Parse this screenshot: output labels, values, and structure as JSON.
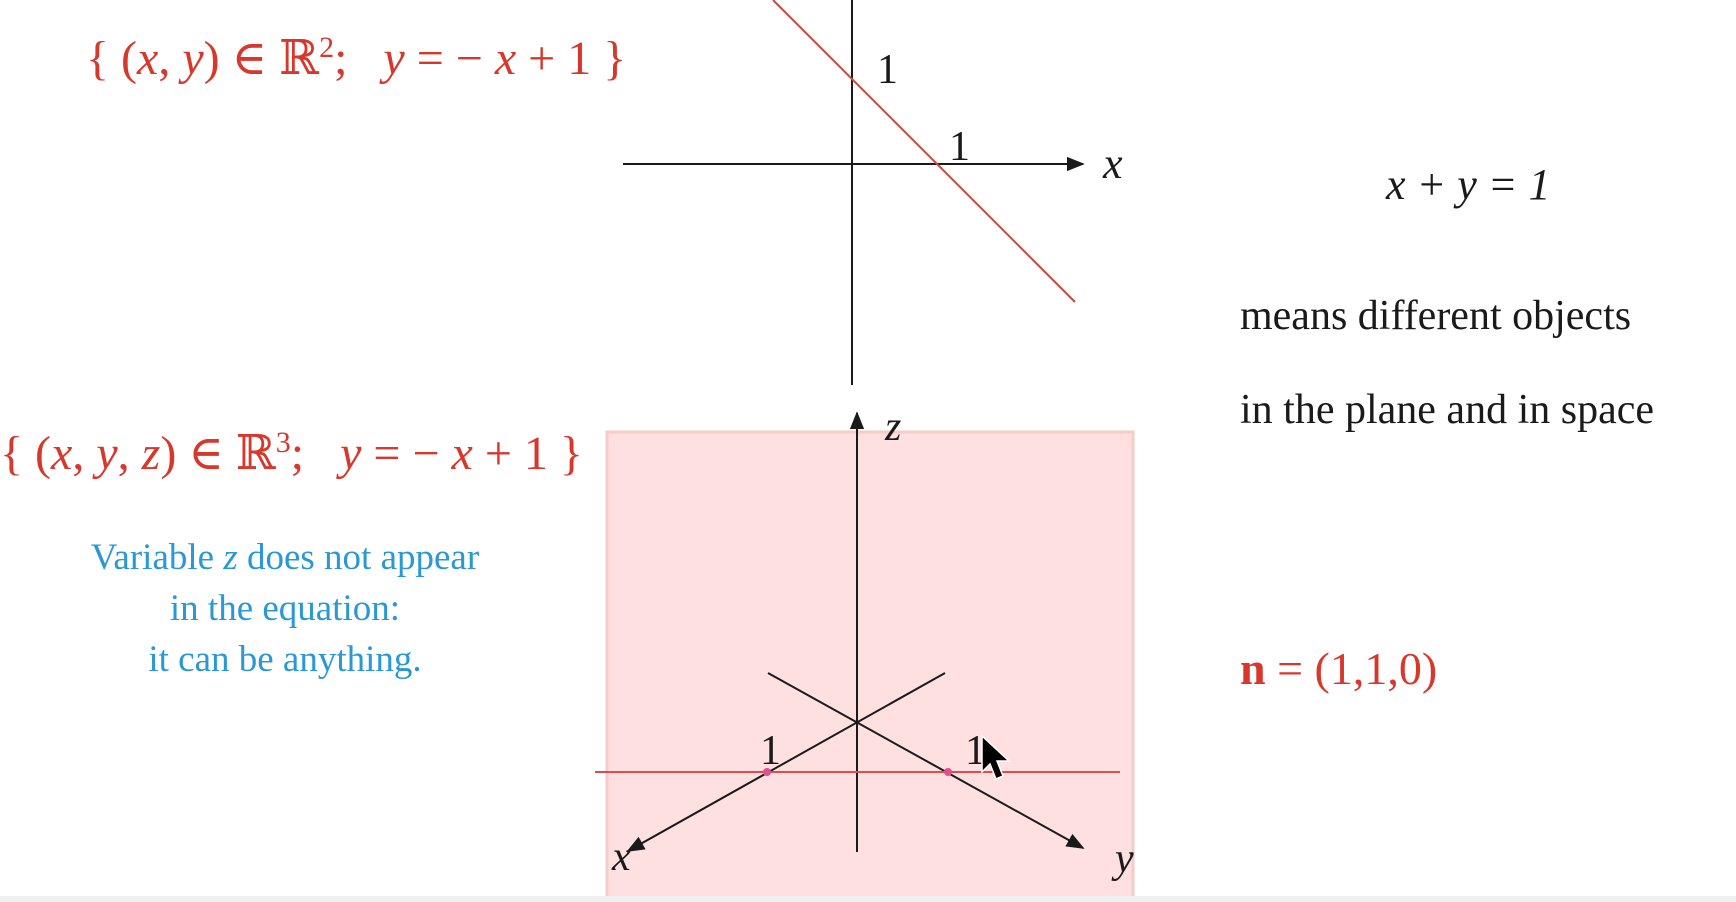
{
  "sets": {
    "r2": {
      "open": "{ (",
      "x": "x",
      "comma": ", ",
      "y": "y",
      "close_pair": ") ∈ ",
      "field": "ℝ",
      "power": "2",
      "sep": ";   ",
      "eq_lhs": "y",
      "eq_rhs": " = − ",
      "eq_x": "x",
      "eq_tail": " + 1 }"
    },
    "r3": {
      "open": "{ (",
      "x": "x",
      "comma1": ", ",
      "y": "y",
      "comma2": ", ",
      "z": "z",
      "close_pair": ") ∈ ",
      "field": "ℝ",
      "power": "3",
      "sep": ";   ",
      "eq_lhs": "y",
      "eq_rhs": " = − ",
      "eq_x": "x",
      "eq_tail": " + 1 }"
    }
  },
  "note": {
    "line1_pre": "Variable ",
    "line1_var": "z",
    "line1_post": " does not appear",
    "line2": "in the equation:",
    "line3": "it can be anything."
  },
  "right_panel": {
    "equation": "x + y = 1",
    "desc_line1": "means different objects",
    "desc_line2": "in the plane and in space",
    "normal_label": "n",
    "normal_value": " = (1,1,0)"
  },
  "diagram_2d": {
    "x_axis_label": "x",
    "y_intercept_label": "1",
    "x_intercept_label": "1"
  },
  "diagram_3d": {
    "z_axis_label": "z",
    "x_axis_label": "x",
    "y_axis_label": "y",
    "x_tick_label": "1",
    "y_tick_label": "1"
  },
  "colors": {
    "red": "#d8372c",
    "blue": "#2a98d4",
    "plane_fill": "#fde0df",
    "axis": "#1a1a1a"
  },
  "icons": [
    "mouse-cursor-icon",
    "arrowhead-icon"
  ]
}
